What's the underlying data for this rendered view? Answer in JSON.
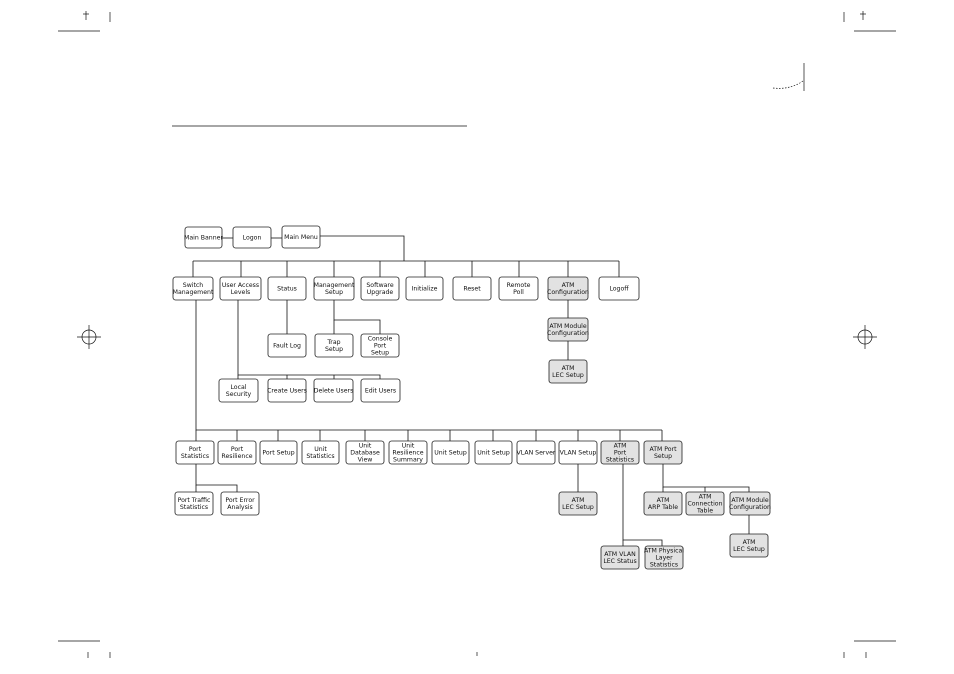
{
  "diagram": {
    "nodes": [
      {
        "id": "main_banner",
        "lines": [
          "Main Banner"
        ],
        "shaded": false
      },
      {
        "id": "logon",
        "lines": [
          "Logon"
        ],
        "shaded": false
      },
      {
        "id": "main_menu",
        "lines": [
          "Main Menu"
        ],
        "shaded": false
      },
      {
        "id": "switch_mgmt",
        "lines": [
          "Switch",
          "Management"
        ],
        "shaded": false
      },
      {
        "id": "user_access",
        "lines": [
          "User Access",
          "Levels"
        ],
        "shaded": false
      },
      {
        "id": "status",
        "lines": [
          "Status"
        ],
        "shaded": false
      },
      {
        "id": "mgmt_setup",
        "lines": [
          "Management",
          "Setup"
        ],
        "shaded": false
      },
      {
        "id": "sw_upgrade",
        "lines": [
          "Software",
          "Upgrade"
        ],
        "shaded": false
      },
      {
        "id": "initialize",
        "lines": [
          "Initialize"
        ],
        "shaded": false
      },
      {
        "id": "reset",
        "lines": [
          "Reset"
        ],
        "shaded": false
      },
      {
        "id": "remote_poll",
        "lines": [
          "Remote",
          "Poll"
        ],
        "shaded": false
      },
      {
        "id": "atm_config",
        "lines": [
          "ATM",
          "Configuration"
        ],
        "shaded": true
      },
      {
        "id": "logoff",
        "lines": [
          "Logoff"
        ],
        "shaded": false
      },
      {
        "id": "fault_log",
        "lines": [
          "Fault Log"
        ],
        "shaded": false
      },
      {
        "id": "trap_setup",
        "lines": [
          "Trap",
          "Setup"
        ],
        "shaded": false
      },
      {
        "id": "console_port",
        "lines": [
          "Console",
          "Port",
          "Setup"
        ],
        "shaded": false
      },
      {
        "id": "atm_module_cfg1",
        "lines": [
          "ATM Module",
          "Configuration"
        ],
        "shaded": true
      },
      {
        "id": "atm_lec_setup1",
        "lines": [
          "ATM",
          "LEC Setup"
        ],
        "shaded": true
      },
      {
        "id": "local_security",
        "lines": [
          "Local",
          "Security"
        ],
        "shaded": false
      },
      {
        "id": "create_users",
        "lines": [
          "Create Users"
        ],
        "shaded": false
      },
      {
        "id": "delete_users",
        "lines": [
          "Delete Users"
        ],
        "shaded": false
      },
      {
        "id": "edit_users",
        "lines": [
          "Edit Users"
        ],
        "shaded": false
      },
      {
        "id": "port_stats",
        "lines": [
          "Port",
          "Statistics"
        ],
        "shaded": false
      },
      {
        "id": "port_resilience",
        "lines": [
          "Port",
          "Resilience"
        ],
        "shaded": false
      },
      {
        "id": "port_setup",
        "lines": [
          "Port Setup"
        ],
        "shaded": false
      },
      {
        "id": "unit_stats",
        "lines": [
          "Unit",
          "Statistics"
        ],
        "shaded": false
      },
      {
        "id": "unit_db_view",
        "lines": [
          "Unit",
          "Database",
          "View"
        ],
        "shaded": false
      },
      {
        "id": "unit_res_summary",
        "lines": [
          "Unit",
          "Resilience",
          "Summary"
        ],
        "shaded": false
      },
      {
        "id": "unit_setup1",
        "lines": [
          "Unit Setup"
        ],
        "shaded": false
      },
      {
        "id": "unit_setup2",
        "lines": [
          "Unit Setup"
        ],
        "shaded": false
      },
      {
        "id": "vlan_server",
        "lines": [
          "VLAN Server"
        ],
        "shaded": false
      },
      {
        "id": "vlan_setup",
        "lines": [
          "VLAN Setup"
        ],
        "shaded": false
      },
      {
        "id": "atm_port_stats",
        "lines": [
          "ATM",
          "Port",
          "Statistics"
        ],
        "shaded": true
      },
      {
        "id": "atm_port_setup",
        "lines": [
          "ATM Port",
          "Setup"
        ],
        "shaded": true
      },
      {
        "id": "port_traffic",
        "lines": [
          "Port Traffic",
          "Statistics"
        ],
        "shaded": false
      },
      {
        "id": "port_error",
        "lines": [
          "Port Error",
          "Analysis"
        ],
        "shaded": false
      },
      {
        "id": "atm_lec_setup2",
        "lines": [
          "ATM",
          "LEC Setup"
        ],
        "shaded": true
      },
      {
        "id": "atm_arp_table",
        "lines": [
          "ATM",
          "ARP Table"
        ],
        "shaded": true
      },
      {
        "id": "atm_conn_table",
        "lines": [
          "ATM",
          "Connection",
          "Table"
        ],
        "shaded": true
      },
      {
        "id": "atm_module_cfg2",
        "lines": [
          "ATM Module",
          "Configuration"
        ],
        "shaded": true
      },
      {
        "id": "atm_lec_setup3",
        "lines": [
          "ATM",
          "LEC Setup"
        ],
        "shaded": true
      },
      {
        "id": "atm_vlan_lec",
        "lines": [
          "ATM VLAN",
          "LEC Status"
        ],
        "shaded": true
      },
      {
        "id": "atm_phys_layer",
        "lines": [
          "ATM Physical",
          "Layer",
          "Statistics"
        ],
        "shaded": true
      }
    ]
  }
}
